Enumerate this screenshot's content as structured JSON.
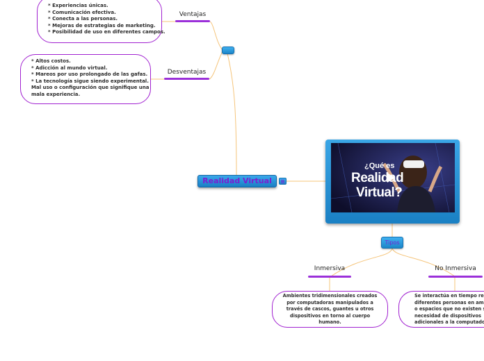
{
  "central": {
    "title": "Realidad Virtual",
    "note_icon": "list-icon"
  },
  "ventajas": {
    "label": "Ventajas",
    "items": [
      "* Experiencias únicas.",
      "* Comunicación efectiva.",
      "* Conecta a las personas.",
      "* Mejoras de estrategias de marketing.",
      "* Posibilidad de uso en diferentes campos."
    ]
  },
  "desventajas": {
    "label": "Desventajas",
    "items": [
      "* Altos costos.",
      "* Adicción al mundo virtual.",
      "* Mareos por uso prolongado de las gafas.",
      "* La tecnología sigue siendo experimental.",
      "Mal uso o configuración que signifique una",
      "mala experiencia."
    ]
  },
  "video": {
    "line1": "¿Qué es",
    "line2": "Realidad",
    "line3": "Virtual?",
    "play_icon": "play-icon"
  },
  "tipos": {
    "label": "Tipos",
    "inmersiva": {
      "label": "Inmersiva",
      "lines": [
        "Ambientes tridimensionales creados",
        "por computadoras manipulados a",
        "través de cascos, guantes u otros",
        "dispositivos en torno al cuerpo",
        "humano."
      ]
    },
    "no_inmersiva": {
      "label": "No Inmersiva",
      "lines": [
        "Se interactúa en tiempo real",
        "diferentes personas en ambi",
        "o espacios que no existen s",
        "necesidad de dispositivos",
        "adicionales a la computado"
      ]
    }
  },
  "colors": {
    "accent": "#9b30d9",
    "node_blue": "#1c86c8",
    "connector": "#f5c47a"
  }
}
